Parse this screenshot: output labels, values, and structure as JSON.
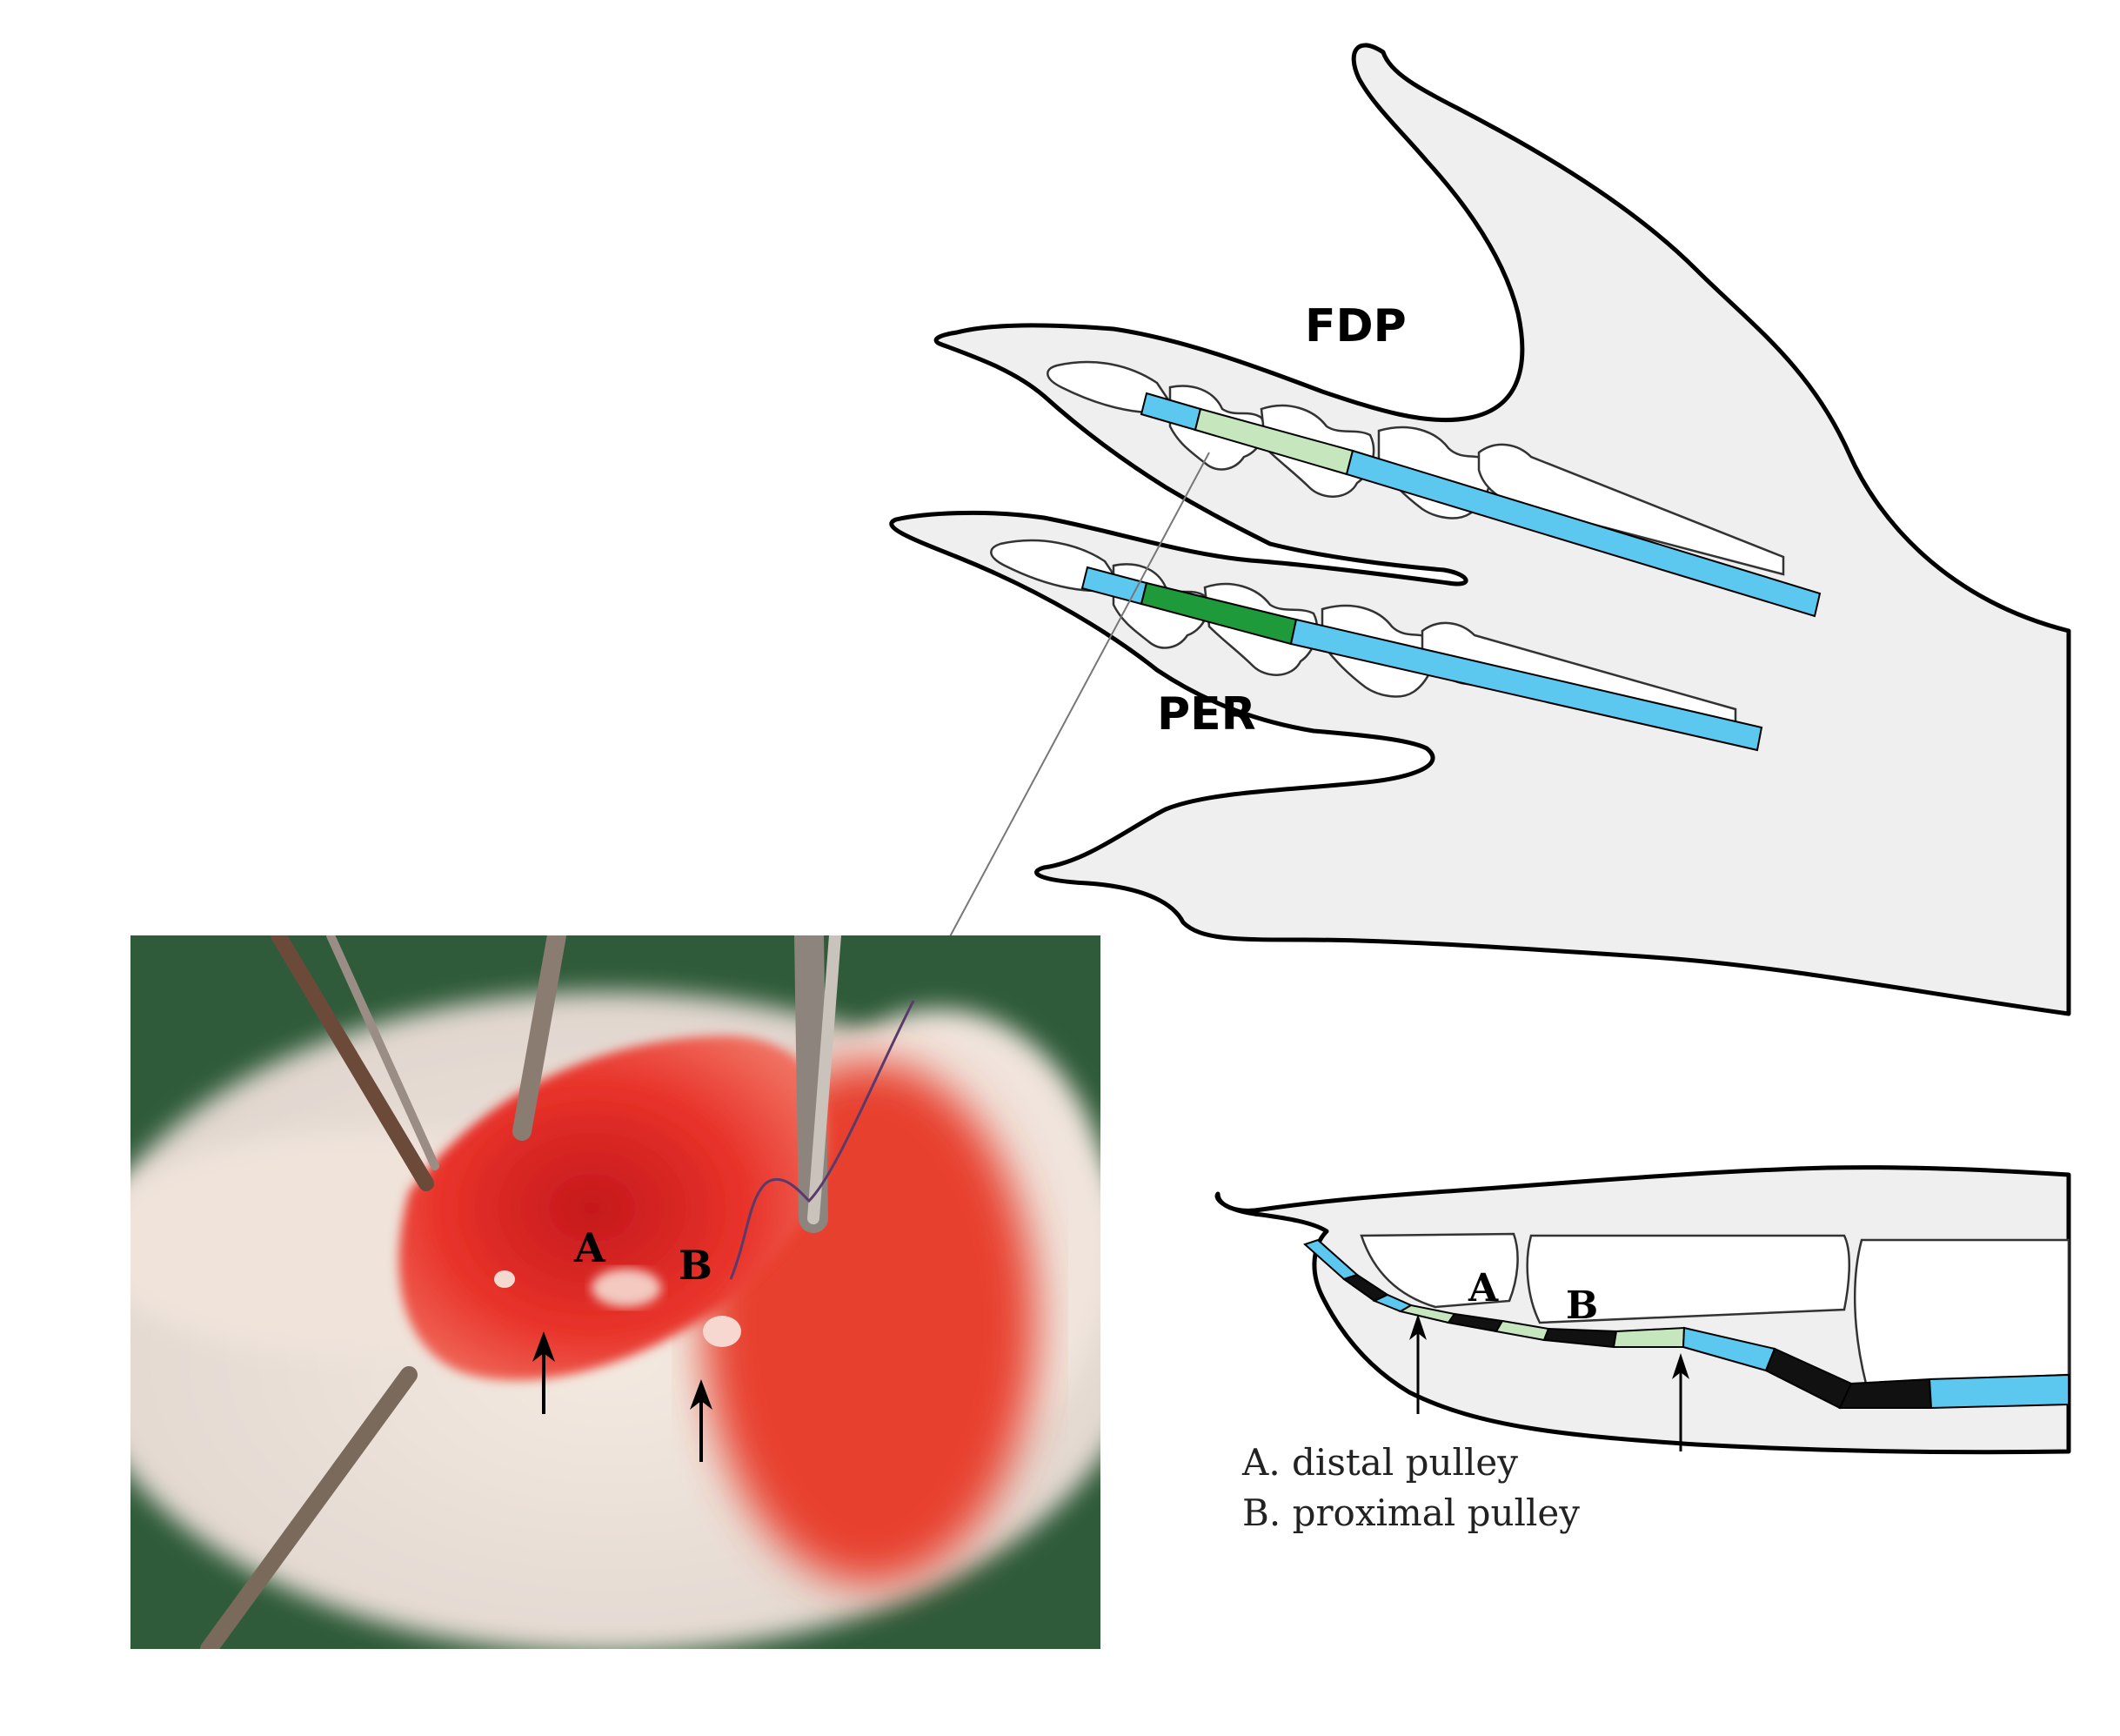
{
  "labels": {
    "fdp": "FDP",
    "per": "PER",
    "photo_a": "A",
    "photo_b": "B",
    "diagram_a": "A",
    "diagram_b": "B"
  },
  "legend": {
    "item_a": "A. distal pulley",
    "item_b": "B. proximal pulley"
  },
  "colors": {
    "skin": "#efefef",
    "outline": "#000000",
    "tendon_blue": "#5cc8f0",
    "graft_light_green": "#c6e6bd",
    "graft_dark_green": "#1f9a3a",
    "scar_black": "#111111",
    "tissue_red": "#e8332a",
    "drape_green": "#2f5b3a"
  }
}
